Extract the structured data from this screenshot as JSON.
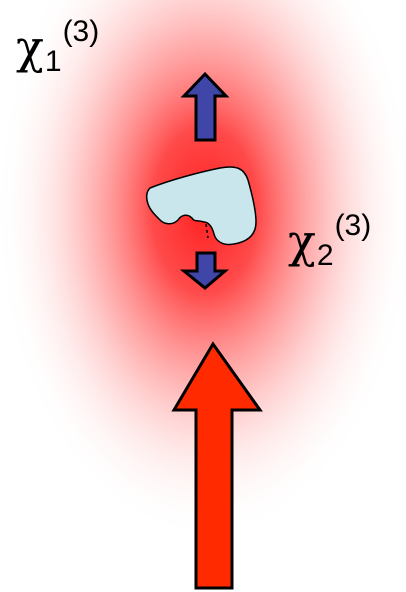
{
  "labels": {
    "chi1": {
      "symbol": "χ",
      "subscript": "1",
      "superscript": "(3)"
    },
    "chi2": {
      "symbol": "χ",
      "subscript": "2",
      "superscript": "(3)"
    }
  },
  "colors": {
    "beam_center": "#ff3333",
    "beam_edge": "#ffffff",
    "big_arrow": "#ff2a00",
    "small_arrow": "#3f46a8",
    "molecule": "#c8e6ec",
    "outline": "#000000"
  }
}
